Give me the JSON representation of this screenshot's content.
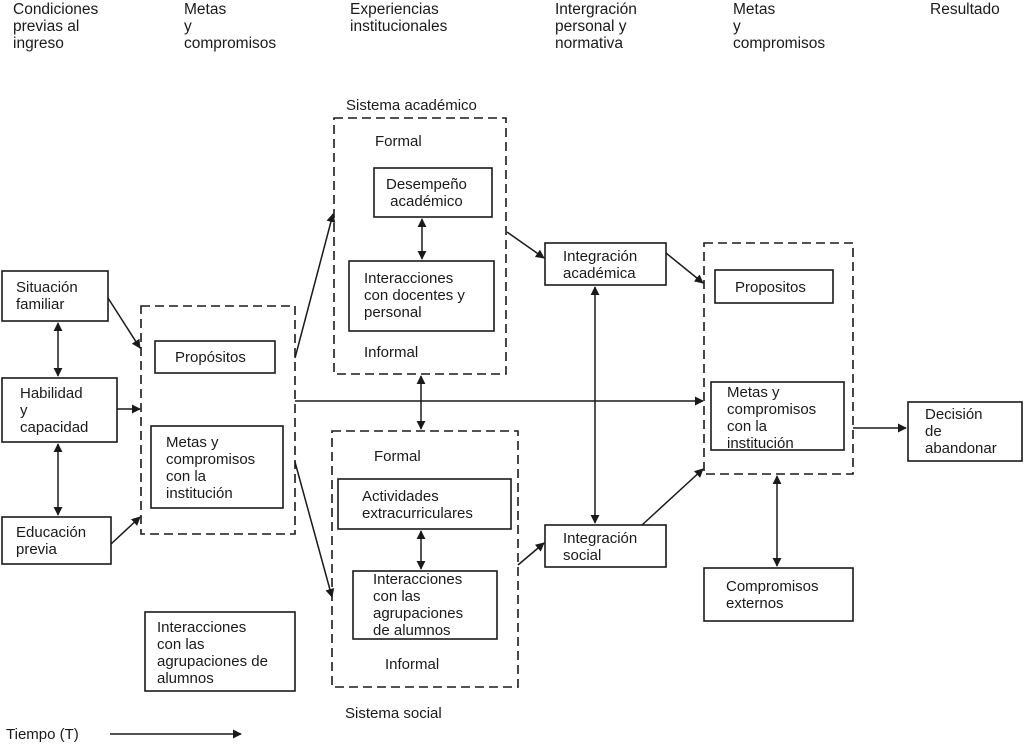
{
  "headers": [
    "Condiciones\npre vias al\ningreso",
    "Metas\ny\ncompromisos",
    "Experiencias\ninstitucionales",
    "Intergración\npersonal y\nnormativa",
    "Metas\ny\ncompromisos",
    "Resultado"
  ],
  "entry": {
    "situacion_familiar": "Situación\nfamiliar",
    "habilidad": "Habilidad\ny\ncapacidad",
    "educacion_previa": "Educación\nprevia"
  },
  "goals_initial": {
    "propositos": "Propósitos",
    "metas": "Metas y\ncompromisos\ncon la\ninstitución"
  },
  "legend_box": "Interacciones\ncon las\nagrupaciones de\nalumnos",
  "academic_system": {
    "title": "Sistema académico",
    "formal": "Formal",
    "informal": "Informal",
    "desempeno": "Desempeño\nacadémico",
    "interacciones": "Interacciones\ncon docentes y\npersonal"
  },
  "social_system": {
    "title": "Sistema social",
    "formal": "Formal",
    "informal": "Informal",
    "actividades": "Actividades\nextracurriculares",
    "interacciones": "Interacciones\ncon las\nagrupaciones\nde alumnos"
  },
  "integration": {
    "academica": "Integración\nacadémica",
    "social": "Integración\nsocial"
  },
  "goals_final": {
    "propositos": "Propositos",
    "metas": "Metas y\ncompromisos\ncon la\ninstitución"
  },
  "compromisos_externos": "Compromisos\nexternos",
  "decision": "Decisión\nde\nabandonar",
  "time_label": "Tiempo (T)"
}
